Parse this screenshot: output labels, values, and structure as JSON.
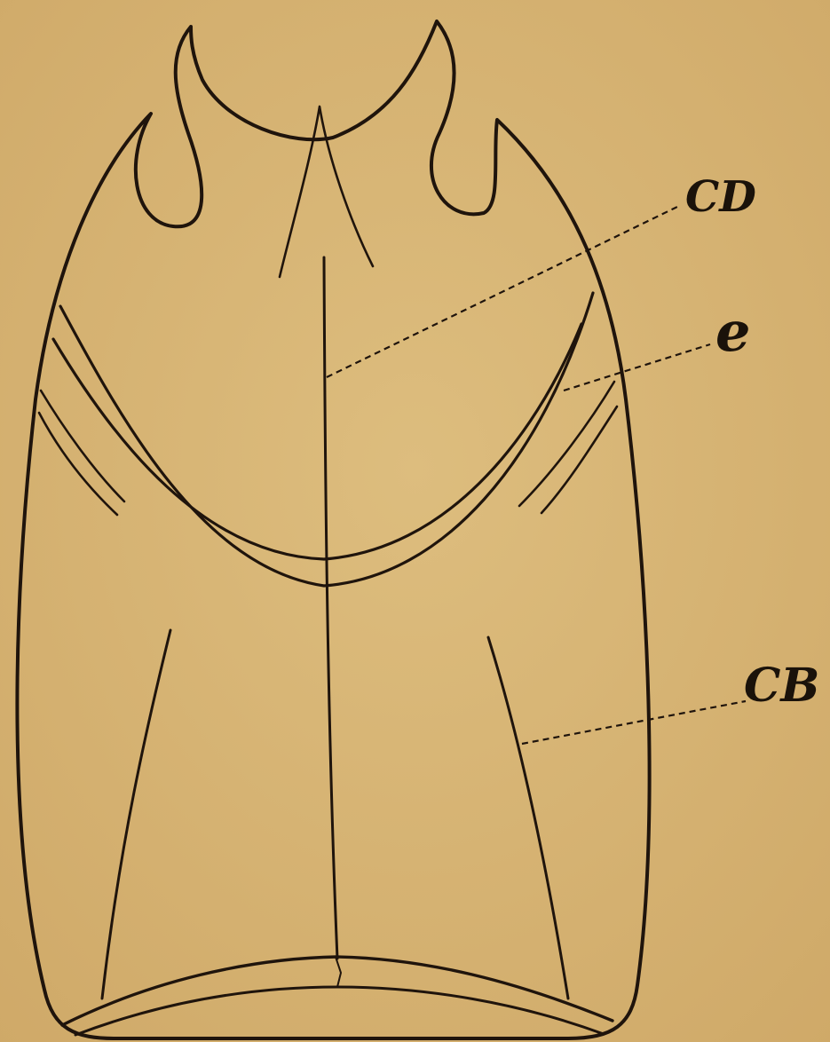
{
  "figure": {
    "labels": {
      "cd": "CD",
      "e": "e",
      "cb": "CB"
    },
    "colors": {
      "paper": "#d9b777",
      "ink": "#1f140c"
    }
  }
}
